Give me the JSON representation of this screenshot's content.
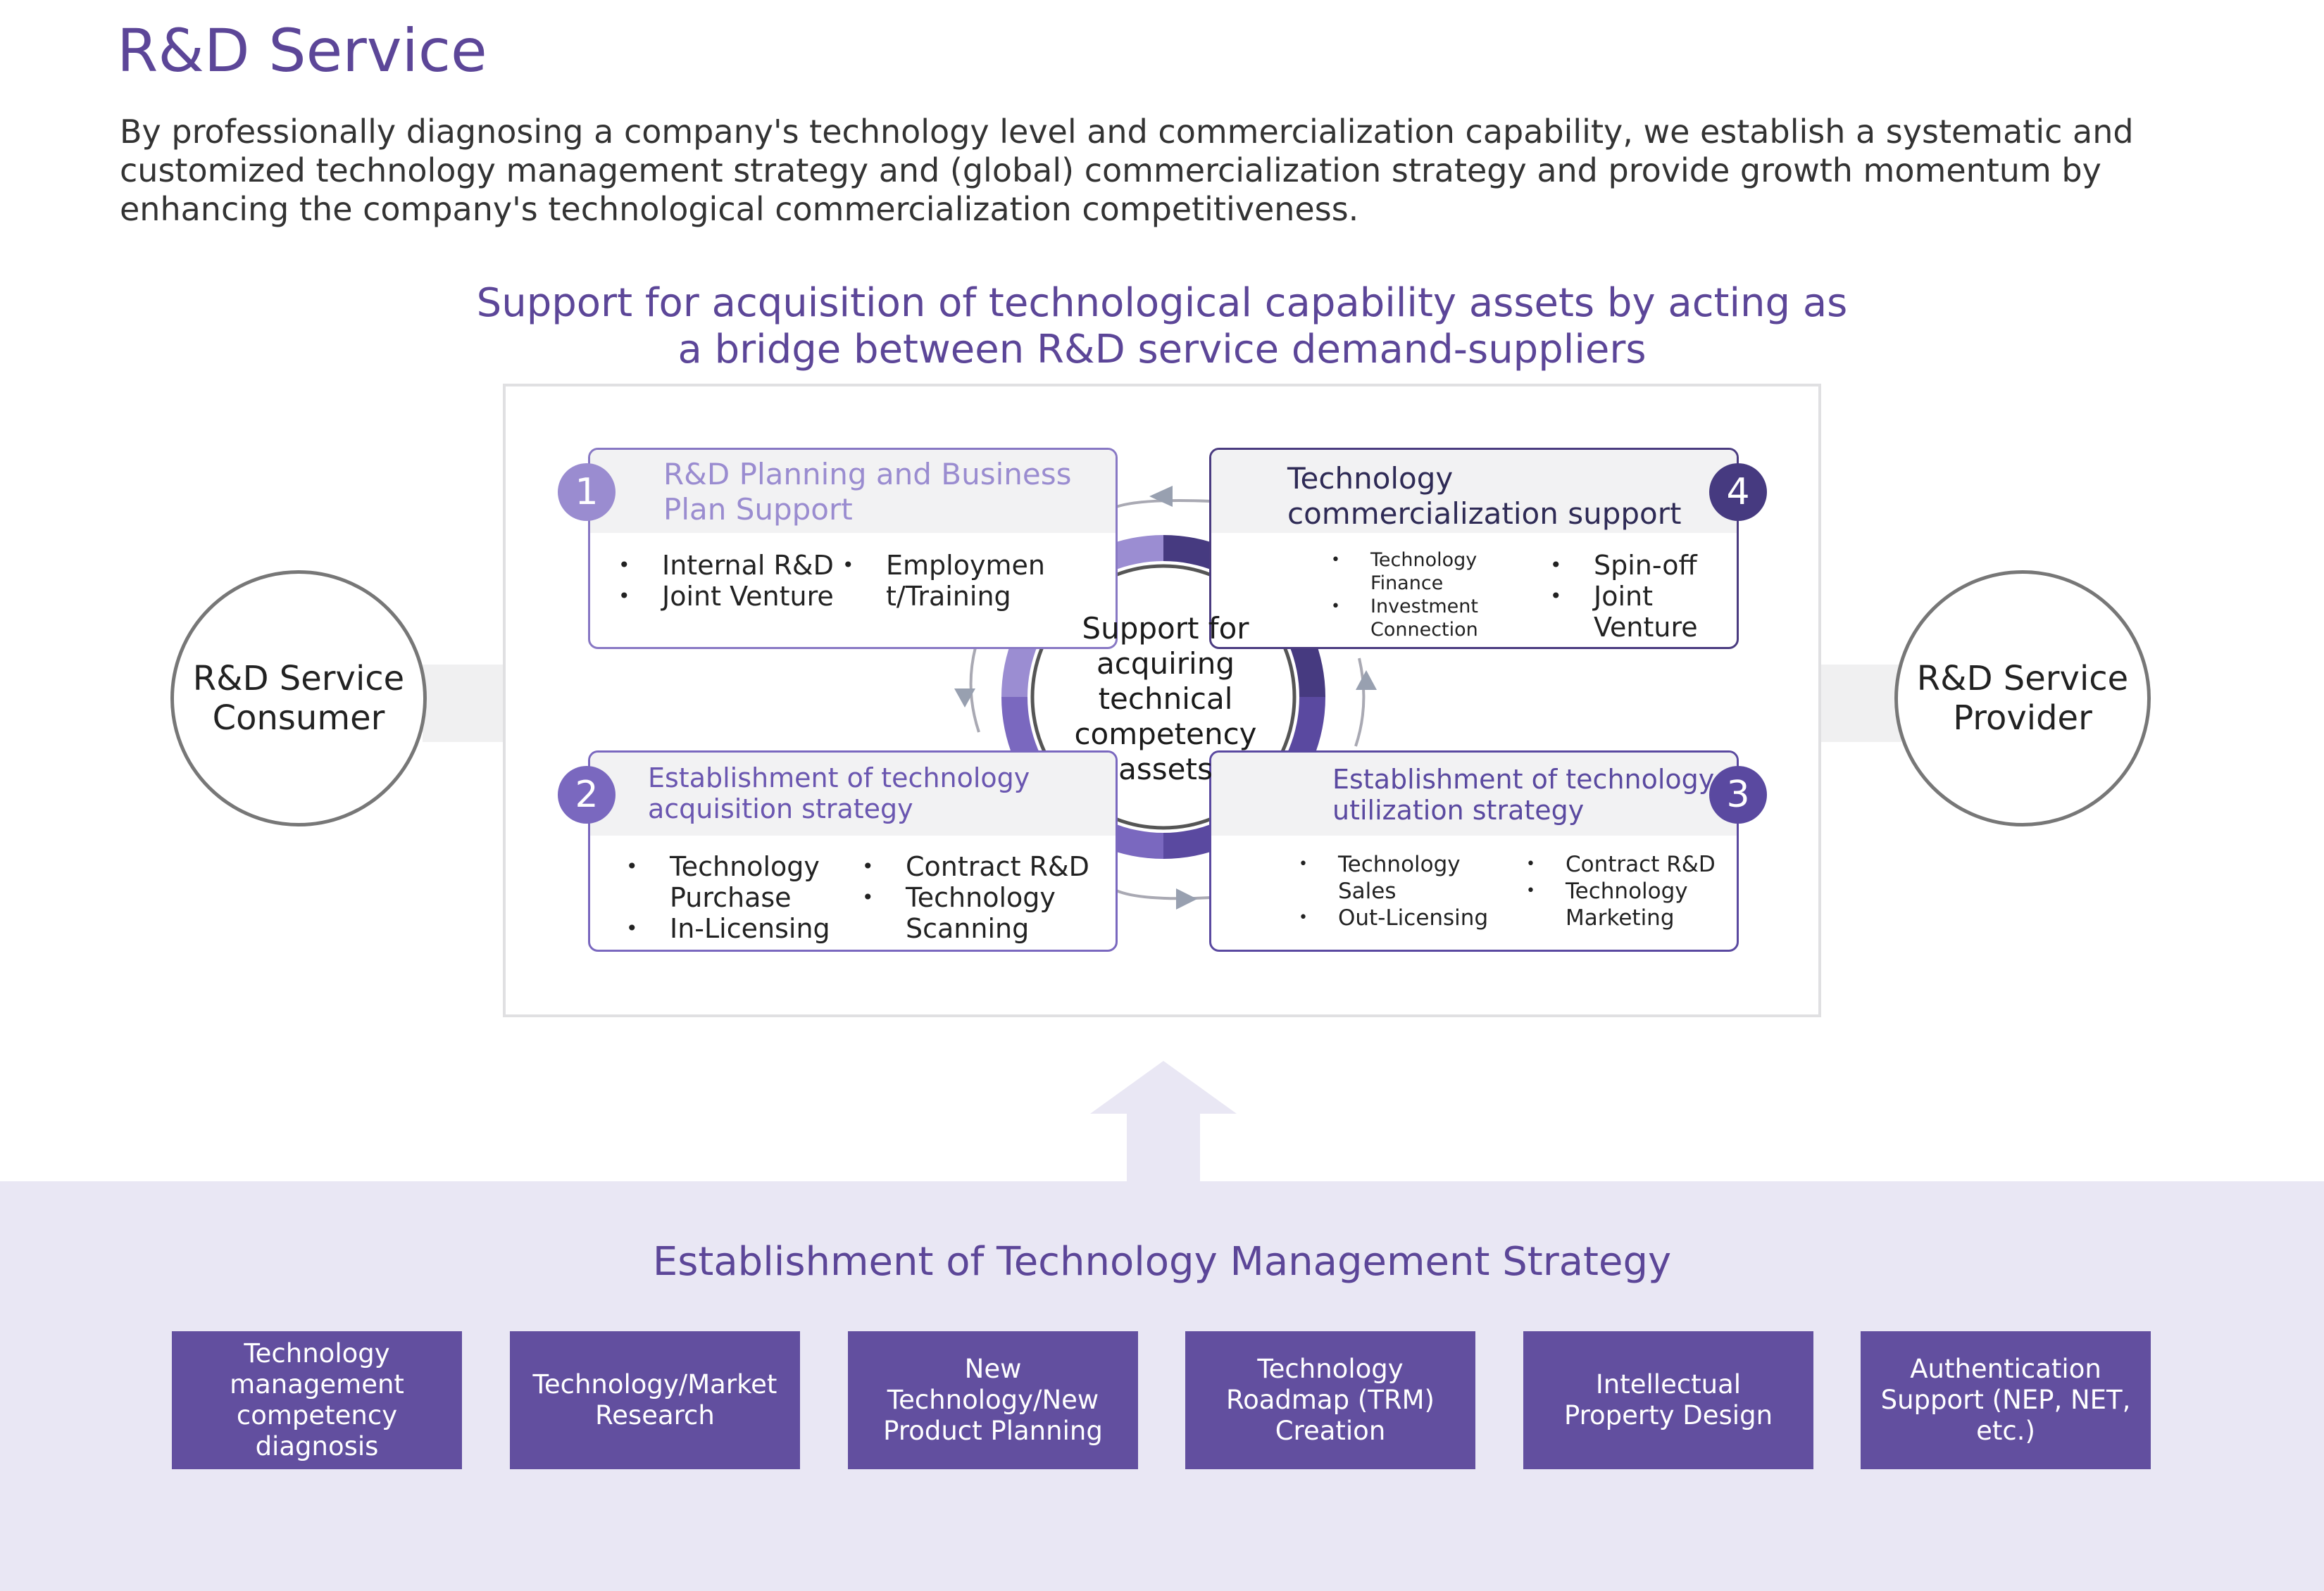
{
  "page_title": "R&D Service",
  "intro": "By professionally diagnosing a company's technology level and commercialization capability, we establish a systematic and customized technology management strategy and (global) commercialization strategy and provide growth momentum by enhancing the company's technological commercialization competitiveness.",
  "diagram": {
    "title_line1": "Support for acquisition of technological capability assets by acting as",
    "title_line2": "a bridge between R&D service demand-suppliers",
    "consumer": "R&D Service\nConsumer",
    "provider": "R&D Service\nProvider",
    "hub": "Support for\nacquiring\ntechnical\ncompetency\nassets",
    "cards": [
      {
        "number": "1",
        "title": "R&D Planning and Business\nPlan Support",
        "col1": [
          "Internal R&D",
          "Joint Venture"
        ],
        "col2": [
          "Employmen\nt/Training"
        ]
      },
      {
        "number": "2",
        "title": "Establishment of technology\nacquisition strategy",
        "col1": [
          "Technology\nPurchase",
          "In-Licensing"
        ],
        "col2": [
          "Contract R&D",
          "Technology\nScanning"
        ]
      },
      {
        "number": "3",
        "title": "Establishment of technology\nutilization strategy",
        "col1": [
          "Technology\nSales",
          "Out-Licensing"
        ],
        "col2": [
          "Contract R&D",
          "Technology\nMarketing"
        ]
      },
      {
        "number": "4",
        "title": "Technology\ncommercialization support",
        "col1": [
          "Technology\nFinance",
          "Investment\nConnection"
        ],
        "col2": [
          "Spin-off",
          "Joint\nVenture"
        ]
      }
    ],
    "colors": {
      "light_purple": "#9a8cd0",
      "mid_purple": "#6a56b0",
      "dark_purple": "#463a80",
      "text_purple": "#5c4698"
    }
  },
  "strategy": {
    "title": "Establishment of Technology Management Strategy",
    "items": [
      "Technology\nmanagement\ncompetency\ndiagnosis",
      "Technology/Market\nResearch",
      "New\nTechnology/New\nProduct Planning",
      "Technology\nRoadmap (TRM)\nCreation",
      "Intellectual\nProperty Design",
      "Authentication\nSupport (NEP, NET,\netc.)"
    ]
  }
}
